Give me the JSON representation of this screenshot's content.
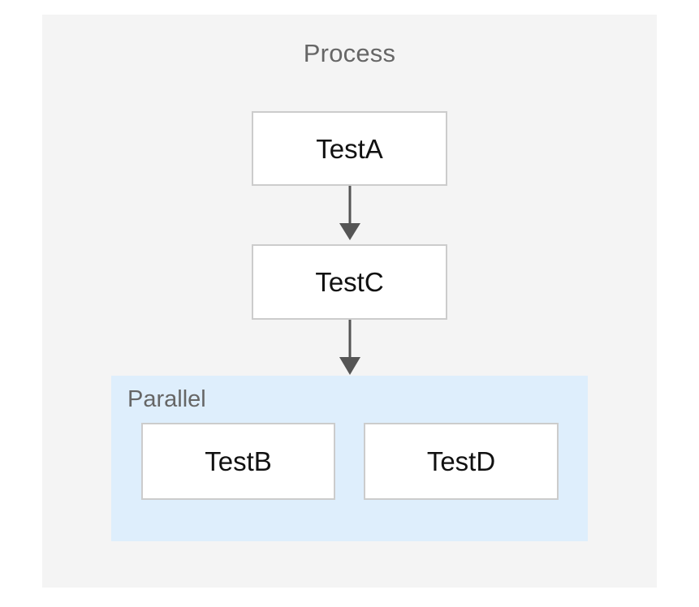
{
  "diagram": {
    "type": "flowchart",
    "orientation": "top-to-bottom",
    "clusters": [
      {
        "id": "process",
        "label": "Process",
        "background_color": "#f4f4f4",
        "label_color": "#666666"
      },
      {
        "id": "parallel",
        "label": "Parallel",
        "background_color": "#deeefc",
        "label_color": "#666666"
      }
    ],
    "nodes": [
      {
        "id": "testa",
        "label": "TestA",
        "parent": "process",
        "fill": "#ffffff",
        "stroke": "#cccccc"
      },
      {
        "id": "testc",
        "label": "TestC",
        "parent": "process",
        "fill": "#ffffff",
        "stroke": "#cccccc"
      },
      {
        "id": "testb",
        "label": "TestB",
        "parent": "parallel",
        "fill": "#ffffff",
        "stroke": "#cccccc"
      },
      {
        "id": "testd",
        "label": "TestD",
        "parent": "parallel",
        "fill": "#ffffff",
        "stroke": "#cccccc"
      }
    ],
    "edges": [
      {
        "id": "edge-testa-testc",
        "from": "testa",
        "to": "testc",
        "label": "",
        "color": "#555555",
        "arrowhead": "solid-triangle"
      },
      {
        "id": "edge-testc-parallel",
        "from": "testc",
        "to": "parallel",
        "label": "",
        "color": "#555555",
        "arrowhead": "solid-triangle"
      }
    ]
  }
}
